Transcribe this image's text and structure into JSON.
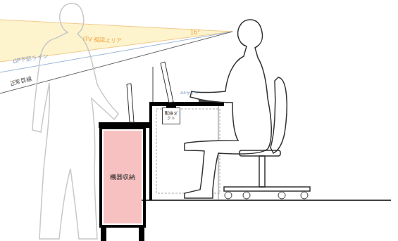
{
  "diagram": {
    "nodes": [
      {
        "text": [
          "機器収納"
        ]
      },
      {
        "text": [
          "配線ダクト"
        ]
      }
    ],
    "labels": [
      "ITV 視認エリア",
      "16°",
      "GP下部ライン",
      "正常目線",
      "A4サイズ"
    ]
  }
}
